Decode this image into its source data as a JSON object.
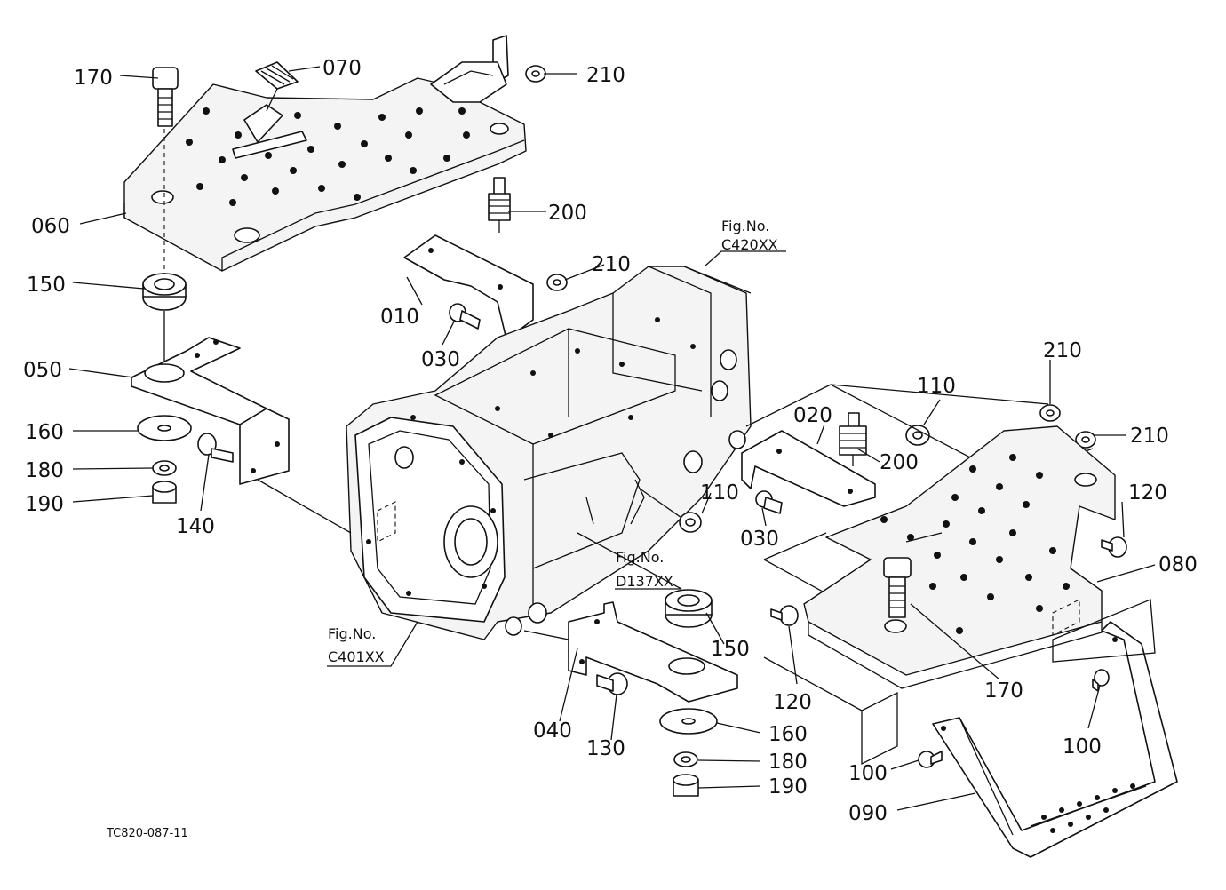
{
  "labels": {
    "p170a": "170",
    "p070": "070",
    "p210a": "210",
    "p200a": "200",
    "p060": "060",
    "p210b": "210",
    "p150a": "150",
    "p010": "010",
    "p030a": "030",
    "p050": "050",
    "p160a": "160",
    "p180a": "180",
    "p190a": "190",
    "p140": "140",
    "p210c": "210",
    "p110a": "110",
    "p210d": "210",
    "p020": "020",
    "p200b": "200",
    "p120a": "120",
    "p110b": "110",
    "p030b": "030",
    "p080": "080",
    "p150b": "150",
    "p040": "040",
    "p130": "130",
    "p160b": "160",
    "p180b": "180",
    "p190b": "190",
    "p120b": "120",
    "p170b": "170",
    "p100a": "100",
    "p100b": "100",
    "p090": "090"
  },
  "fig_refs": {
    "c420": {
      "title": "Fig.No.",
      "code": "C420XX"
    },
    "d137": {
      "title": "Fig.No.",
      "code": "D137XX"
    },
    "c401": {
      "title": "Fig.No.",
      "code": "C401XX"
    }
  },
  "drawing_code": "TC820-087-11"
}
